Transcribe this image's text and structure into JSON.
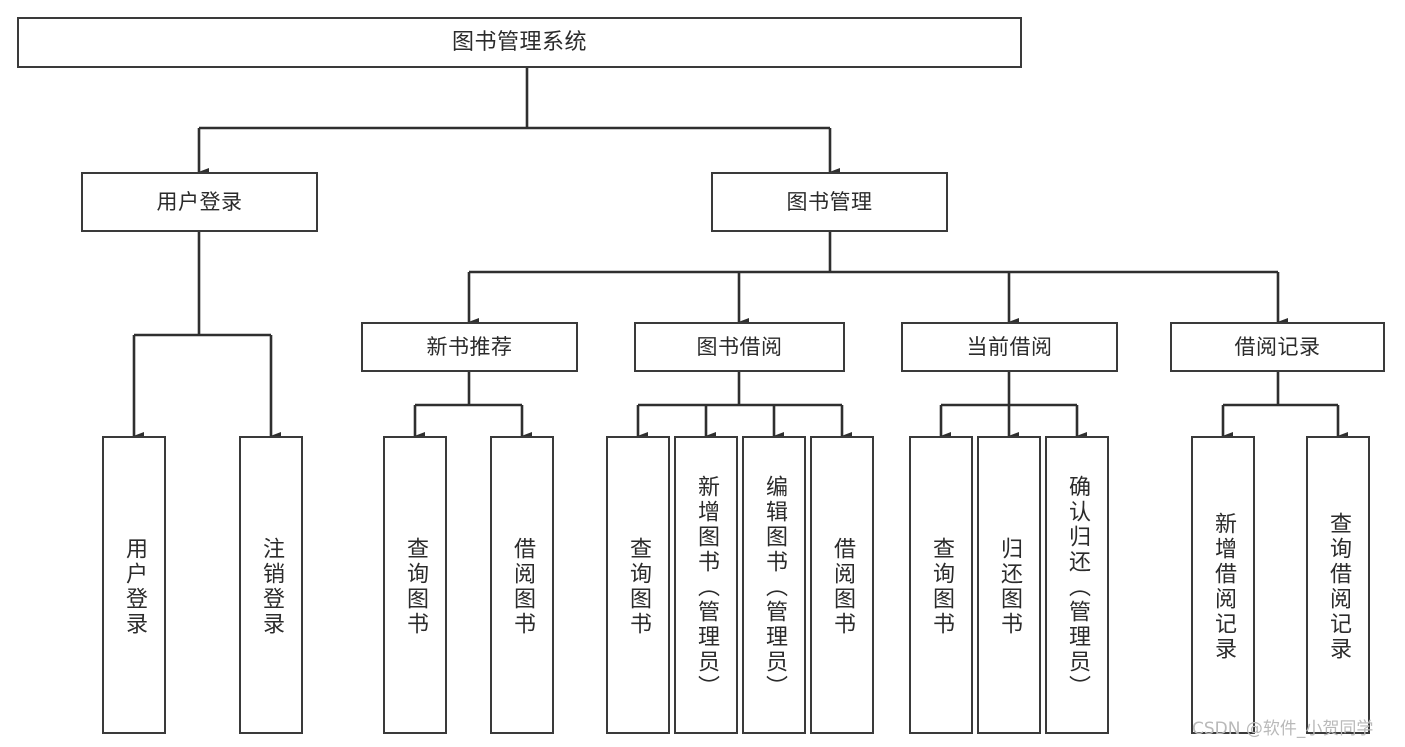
{
  "diagram": {
    "title": "图书管理系统",
    "type": "tree-hierarchy",
    "orientation": "top-down",
    "colors": {
      "box_border": "#3a3a3a",
      "box_fill": "#ffffff",
      "connector": "#2f2f2f",
      "text": "#2b2b2b",
      "watermark": "#b9b9b9",
      "background": "#ffffff"
    },
    "nodes": {
      "root": {
        "label": "图书管理系统"
      },
      "level2": [
        {
          "label": "用户登录"
        },
        {
          "label": "图书管理"
        }
      ],
      "level3": [
        {
          "label": "新书推荐"
        },
        {
          "label": "图书借阅"
        },
        {
          "label": "当前借阅"
        },
        {
          "label": "借阅记录"
        }
      ],
      "leaves": {
        "user_login": [
          {
            "label": "用户登录"
          },
          {
            "label": "注销登录"
          }
        ],
        "new_book_recommend": [
          {
            "label": "查询图书"
          },
          {
            "label": "借阅图书"
          }
        ],
        "book_borrow": [
          {
            "label": "查询图书"
          },
          {
            "label": "新增图书（管理员）"
          },
          {
            "label": "编辑图书（管理员）"
          },
          {
            "label": "借阅图书"
          }
        ],
        "current_borrow": [
          {
            "label": "查询图书"
          },
          {
            "label": "归还图书"
          },
          {
            "label": "确认归还（管理员）"
          }
        ],
        "borrow_record": [
          {
            "label": "新增借阅记录"
          },
          {
            "label": "查询借阅记录"
          }
        ]
      }
    },
    "watermark": "CSDN @软件_小贺同学"
  }
}
